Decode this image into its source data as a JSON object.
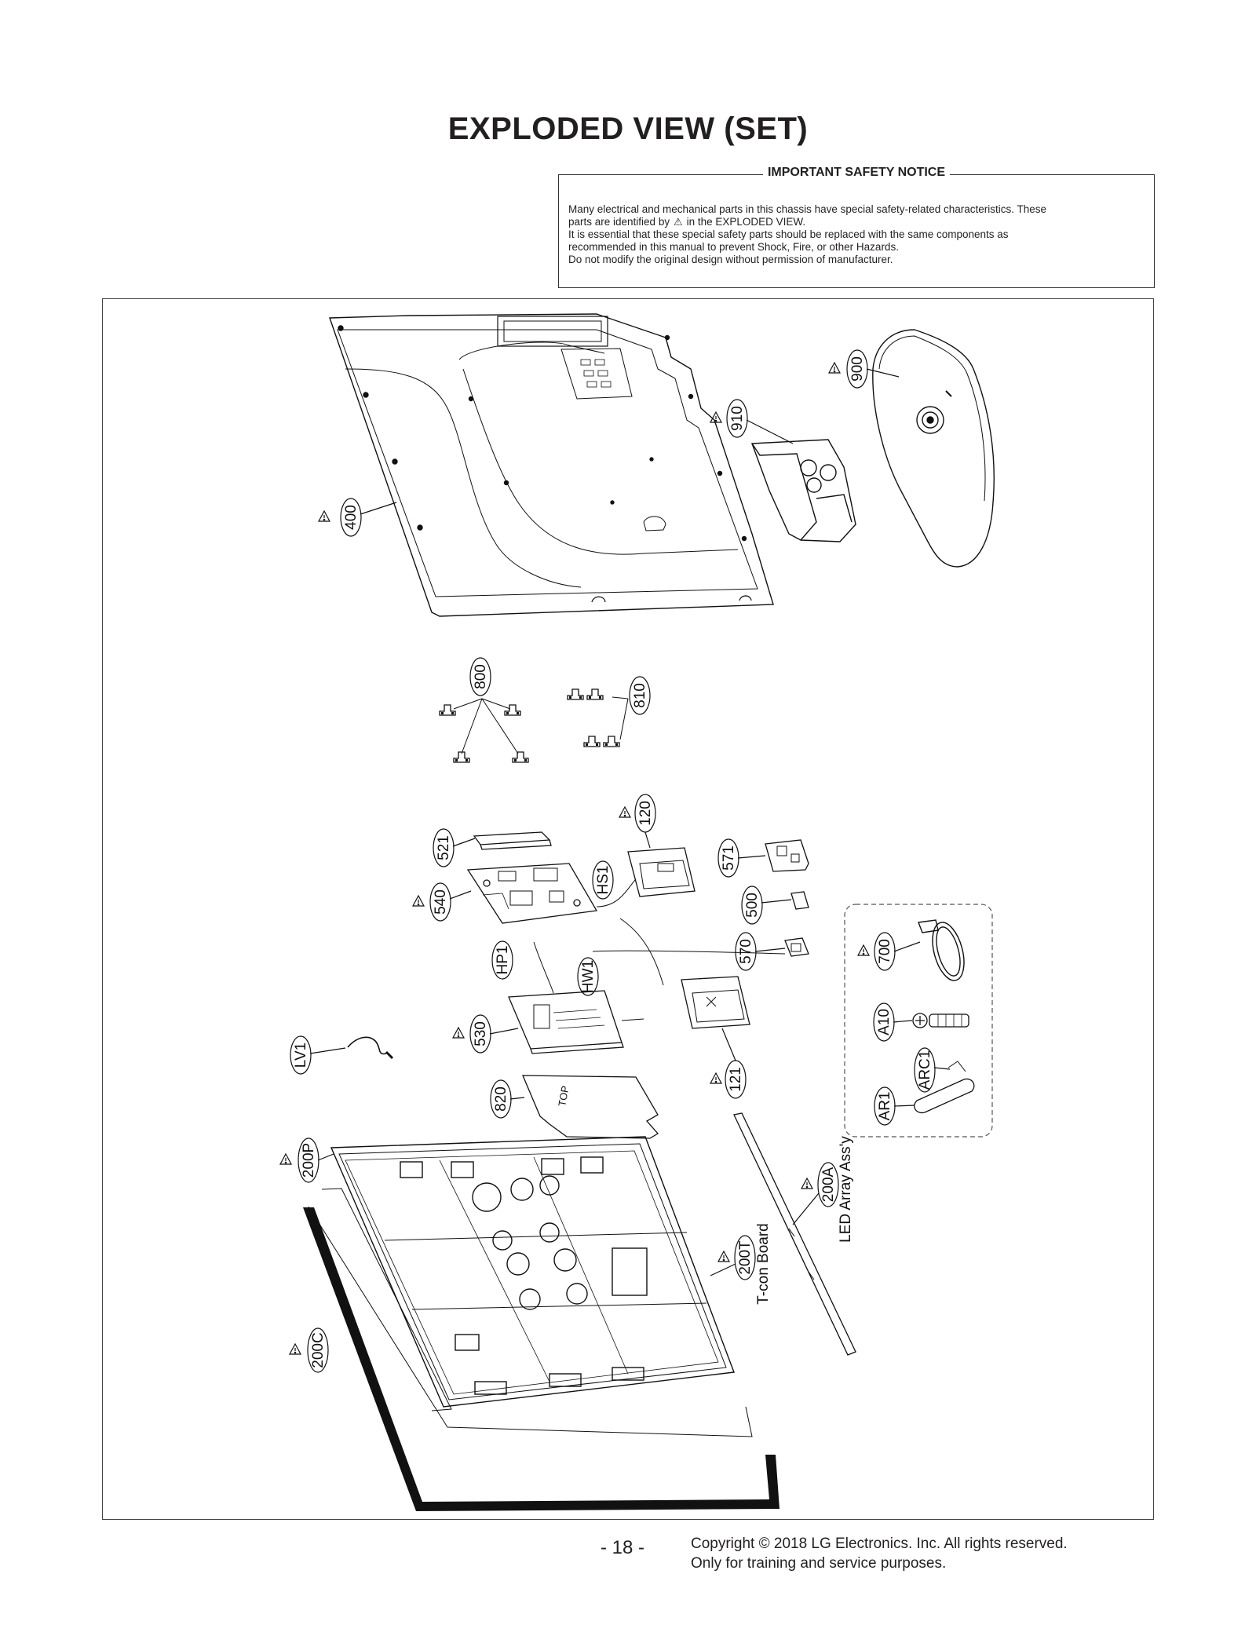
{
  "page": {
    "title": "EXPLODED VIEW (SET)"
  },
  "safety_notice": {
    "heading": "IMPORTANT SAFETY NOTICE",
    "line1": "Many electrical and mechanical parts in this chassis have special safety-related characteristics. These",
    "line2_pre": "parts are identified by",
    "line2_symbol": "⚠",
    "line2_post": "in the EXPLODED VIEW.",
    "line3": "It is essential that these special safety parts should be replaced with the same components as",
    "line4": "recommended in this manual to prevent Shock, Fire, or other Hazards.",
    "line5": "Do not modify the original design without permission of manufacturer."
  },
  "callouts": {
    "c400": "400",
    "c900": "900",
    "c910": "910",
    "c800": "800",
    "c810": "810",
    "c521": "521",
    "c540": "540",
    "c120": "120",
    "cHS1": "HS1",
    "c571": "571",
    "c500": "500",
    "c570": "570",
    "cHP1": "HP1",
    "cHW1": "HW1",
    "c530": "530",
    "cLV1": "LV1",
    "c820": "820",
    "c121": "121",
    "c700": "700",
    "cA10": "A10",
    "cARC1": "ARC1",
    "cAR1": "AR1",
    "c200P": "200P",
    "c200A": "200A",
    "c200T": "200T",
    "c200C": "200C"
  },
  "part_labels": {
    "led_array": "LED Array Ass'y",
    "tcon": "T-con Board"
  },
  "footer": {
    "page_number": "- 18 -",
    "copyright_line1": "Copyright © 2018 LG Electronics. Inc. All rights reserved.",
    "copyright_line2": "Only for training and service purposes."
  }
}
